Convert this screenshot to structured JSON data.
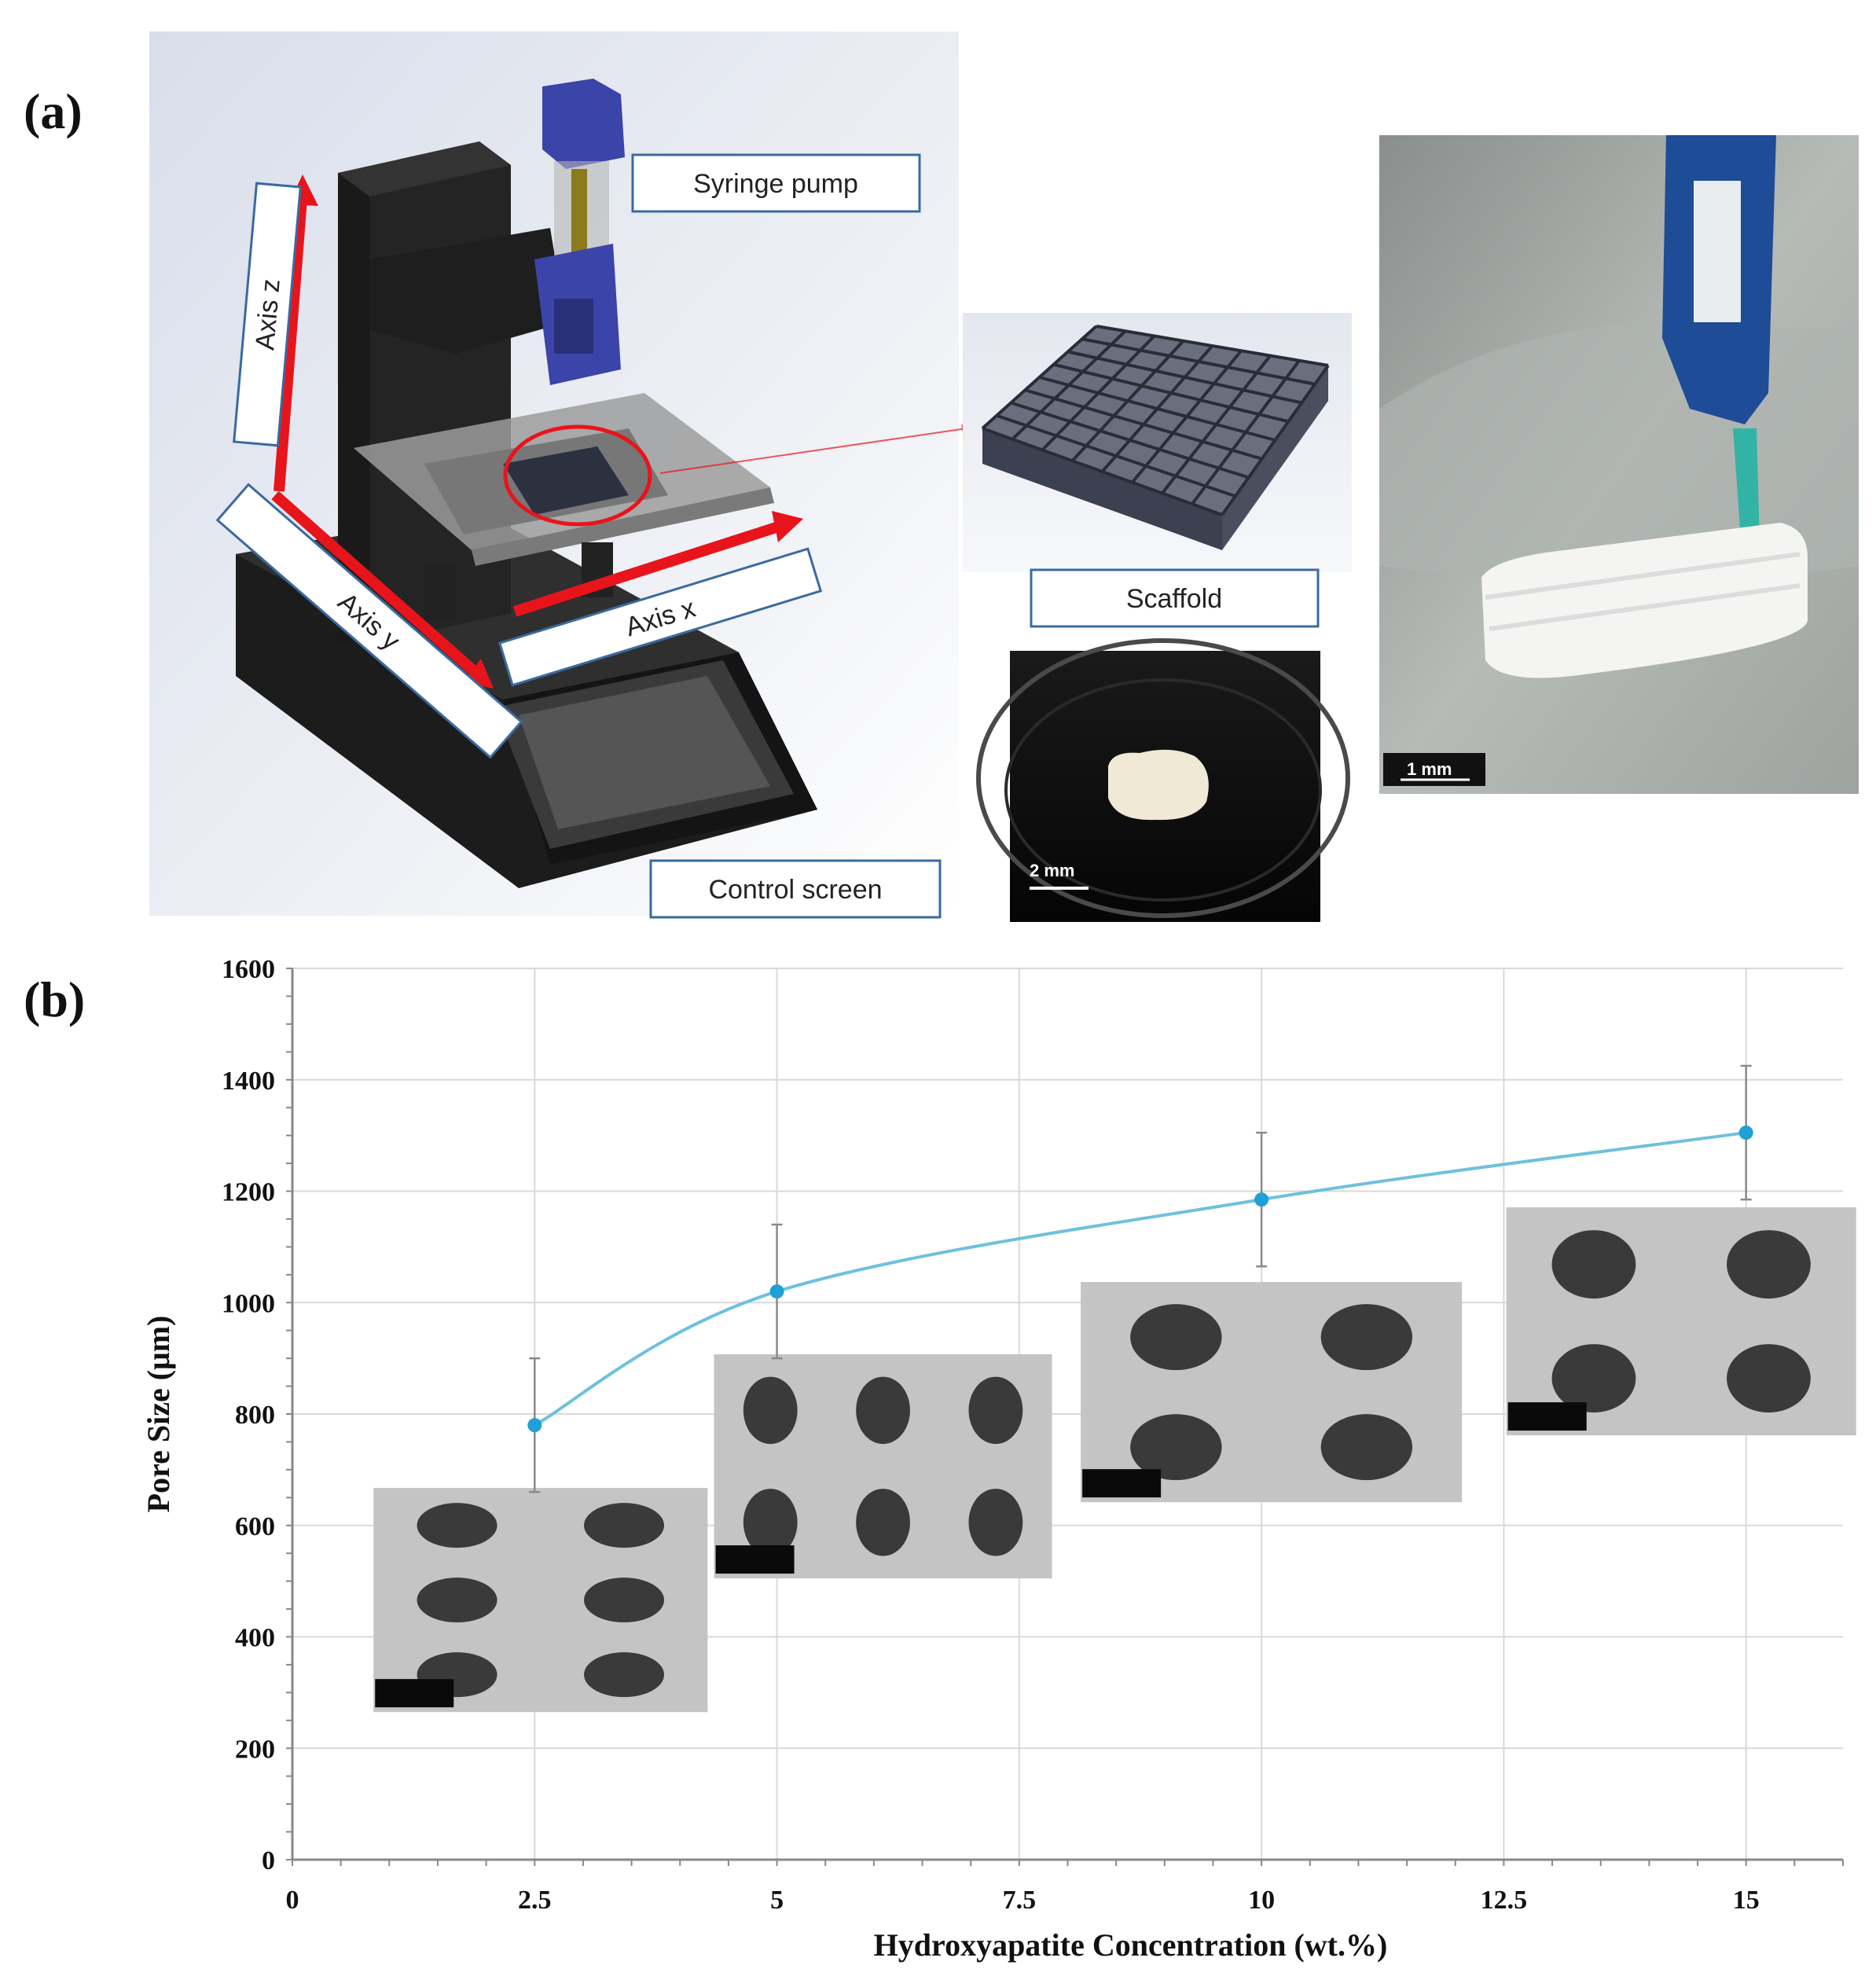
{
  "panel_labels": {
    "a": "(a)",
    "b": "(b)"
  },
  "callouts": {
    "syringe_pump": "Syringe pump",
    "axis_z": "Axis z",
    "axis_y": "Axis y",
    "axis_x": "Axis x",
    "scaffold": "Scaffold",
    "control_screen": "Control screen"
  },
  "scale_bars": {
    "dish_photo": "2 mm",
    "printing_photo": "1 mm"
  },
  "colors": {
    "axis_arrow": "#e8141b",
    "callout_border": "#3a6aa0",
    "series_line": "#6ec1dc",
    "series_marker": "#1fa0d6",
    "pump_blue": "#3b44a8"
  },
  "chart_data": {
    "type": "line",
    "x": [
      2.5,
      5,
      10,
      15
    ],
    "series": [
      {
        "values": [
          780,
          1020,
          1185,
          1305
        ],
        "error": [
          120,
          120,
          120,
          120
        ]
      }
    ],
    "xlabel": "Hydroxyapatite Concentration (wt.%)",
    "ylabel": "Pore Size (μm)",
    "xlim": [
      0,
      16
    ],
    "ylim": [
      0,
      1600
    ],
    "xticks": [
      "0",
      "2.5",
      "5",
      "7.5",
      "10",
      "12.5",
      "15"
    ],
    "xtick_values": [
      0,
      2.5,
      5,
      7.5,
      10,
      12.5,
      15
    ],
    "yticks": [
      "0",
      "200",
      "400",
      "600",
      "800",
      "1000",
      "1200",
      "1400",
      "1600"
    ],
    "ytick_values": [
      0,
      200,
      400,
      600,
      800,
      1000,
      1200,
      1400,
      1600
    ],
    "grid": true,
    "smooth": true
  }
}
